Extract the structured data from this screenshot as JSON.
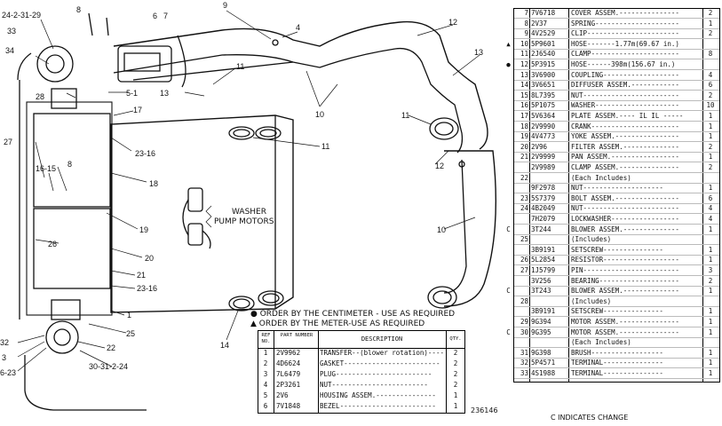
{
  "callouts": [
    "24-2-31-29",
    "8",
    "6",
    "7",
    "9",
    "4",
    "12",
    "13",
    "33",
    "34",
    "5-1",
    "13",
    "11",
    "17",
    "11",
    "10",
    "11",
    "12",
    "28",
    "27",
    "16-15",
    "8",
    "23-16",
    "18",
    "19",
    "26",
    "20",
    "21",
    "23-16",
    "1",
    "25",
    "14",
    "32",
    "3",
    "6-23",
    "22",
    "30-31-2-24",
    "10"
  ],
  "notes": {
    "washer_line1": "WASHER",
    "washer_line2": "PUMP MOTORS",
    "centimeter_note": "ORDER BY THE CENTIMETER - USE AS REQUIRED",
    "meter_note": "ORDER BY THE METER-USE AS REQUIRED",
    "drawing_number": "236146",
    "change_note": "C INDICATES CHANGE"
  },
  "bottom_table": {
    "headers": {
      "ref": "REF NO.",
      "part": "PART NUMBER",
      "desc": "DESCRIPTION",
      "qty": "QTY."
    },
    "rows": [
      {
        "ref": "1",
        "part": "2V9962",
        "desc": "TRANSFER--(blower rotation)-------",
        "qty": "2"
      },
      {
        "ref": "2",
        "part": "4D6624",
        "desc": "GASKET------------------------",
        "qty": "2"
      },
      {
        "ref": "3",
        "part": "7L6479",
        "desc": "PLUG------------------------",
        "qty": "2"
      },
      {
        "ref": "4",
        "part": "2P3261",
        "desc": "NUT------------------------",
        "qty": "2"
      },
      {
        "ref": "5",
        "part": "2V6",
        "desc": "HOUSING ASSEM.---------------",
        "qty": "1"
      },
      {
        "ref": "6",
        "part": "7V1848",
        "desc": "BEZEL------------------------",
        "qty": "1"
      }
    ]
  },
  "right_table": {
    "rows": [
      {
        "mark": "",
        "ref": "7",
        "part": "7V6718",
        "desc": "COVER ASSEM.---------------",
        "qty": "2"
      },
      {
        "mark": "",
        "ref": "8",
        "part": "2V37",
        "desc": "SPRING---------------------",
        "qty": "1"
      },
      {
        "mark": "",
        "ref": "9",
        "part": "4V2529",
        "desc": "CLIP-----------------------",
        "qty": "2"
      },
      {
        "mark": "▲",
        "ref": "10",
        "part": "5P9601",
        "desc": "HOSE-------1.77m(69.67 in.)",
        "qty": ""
      },
      {
        "mark": "",
        "ref": "11",
        "part": "2J6540",
        "desc": "CLAMP----------------------",
        "qty": "8"
      },
      {
        "mark": "●",
        "ref": "12",
        "part": "5P3915",
        "desc": "HOSE------398m(156.67 in.)",
        "qty": ""
      },
      {
        "mark": "",
        "ref": "13",
        "part": "3V6900",
        "desc": "COUPLING-------------------",
        "qty": "4"
      },
      {
        "mark": "",
        "ref": "14",
        "part": "3V6651",
        "desc": "DIFFUSER ASSEM.------------",
        "qty": "6"
      },
      {
        "mark": "",
        "ref": "15",
        "part": "8L7395",
        "desc": "NUT------------------------",
        "qty": "2"
      },
      {
        "mark": "",
        "ref": "16",
        "part": "5P1075",
        "desc": "WASHER---------------------",
        "qty": "10"
      },
      {
        "mark": "",
        "ref": "17",
        "part": "5V6364",
        "desc": "PLATE ASSEM.---- IL IL -----",
        "qty": "1"
      },
      {
        "mark": "",
        "ref": "18",
        "part": "2V9990",
        "desc": "CRANK----------------------",
        "qty": "1"
      },
      {
        "mark": "",
        "ref": "19",
        "part": "4V4773",
        "desc": "YOKE ASSEM.----------------",
        "qty": "1"
      },
      {
        "mark": "",
        "ref": "20",
        "part": "2V96",
        "desc": "FILTER ASSEM.--------------",
        "qty": "2"
      },
      {
        "mark": "",
        "ref": "21",
        "part": "2V9999",
        "desc": "PAN ASSEM.-----------------",
        "qty": "1"
      },
      {
        "mark": "",
        "ref": "",
        "part": "2V9989",
        "desc": "CLAMP ASSEM.---------------",
        "qty": "2"
      },
      {
        "mark": "",
        "ref": "22",
        "part": "",
        "desc": "(Each Includes)",
        "qty": ""
      },
      {
        "mark": "",
        "ref": "",
        "part": "9F2978",
        "desc": "NUT--------------------",
        "qty": "1"
      },
      {
        "mark": "",
        "ref": "23",
        "part": "5S7379",
        "desc": "BOLT ASSEM.----------------",
        "qty": "6"
      },
      {
        "mark": "",
        "ref": "24",
        "part": "4B2049",
        "desc": "NUT------------------------",
        "qty": "4"
      },
      {
        "mark": "",
        "ref": "",
        "part": "7H2079",
        "desc": "LOCKWASHER-----------------",
        "qty": "4"
      },
      {
        "mark": "C",
        "ref": "",
        "part": "3T244",
        "desc": "BLOWER ASSEM.--------------",
        "qty": "1"
      },
      {
        "mark": "",
        "ref": "25",
        "part": "",
        "desc": "(Includes)",
        "qty": ""
      },
      {
        "mark": "",
        "ref": "",
        "part": "3B9191",
        "desc": "SETSCREW---------------",
        "qty": "1"
      },
      {
        "mark": "",
        "ref": "26",
        "part": "5L2854",
        "desc": "RESISTOR-------------------",
        "qty": "1"
      },
      {
        "mark": "",
        "ref": "27",
        "part": "1J5799",
        "desc": "PIN------------------------",
        "qty": "3"
      },
      {
        "mark": "",
        "ref": "",
        "part": "3V256",
        "desc": "BEARING--------------------",
        "qty": "2"
      },
      {
        "mark": "C",
        "ref": "",
        "part": "3T243",
        "desc": "BLOWER ASSEM.--------------",
        "qty": "1"
      },
      {
        "mark": "",
        "ref": "28",
        "part": "",
        "desc": "(Includes)",
        "qty": ""
      },
      {
        "mark": "",
        "ref": "",
        "part": "3B9191",
        "desc": "SETSCREW---------------",
        "qty": "1"
      },
      {
        "mark": "",
        "ref": "29",
        "part": "9G394",
        "desc": "MOTOR ASSEM.---------------",
        "qty": "1"
      },
      {
        "mark": "C",
        "ref": "30",
        "part": "9G395",
        "desc": "MOTOR ASSEM.---------------",
        "qty": "1"
      },
      {
        "mark": "",
        "ref": "",
        "part": "",
        "desc": "(Each Includes)",
        "qty": ""
      },
      {
        "mark": "",
        "ref": "31",
        "part": "9G398",
        "desc": "BRUSH------------------",
        "qty": "1"
      },
      {
        "mark": "",
        "ref": "32",
        "part": "5P4571",
        "desc": "TERMINAL---------------",
        "qty": "1"
      },
      {
        "mark": "",
        "ref": "33",
        "part": "4S1988",
        "desc": "TERMINAL---------------",
        "qty": "1"
      }
    ]
  }
}
